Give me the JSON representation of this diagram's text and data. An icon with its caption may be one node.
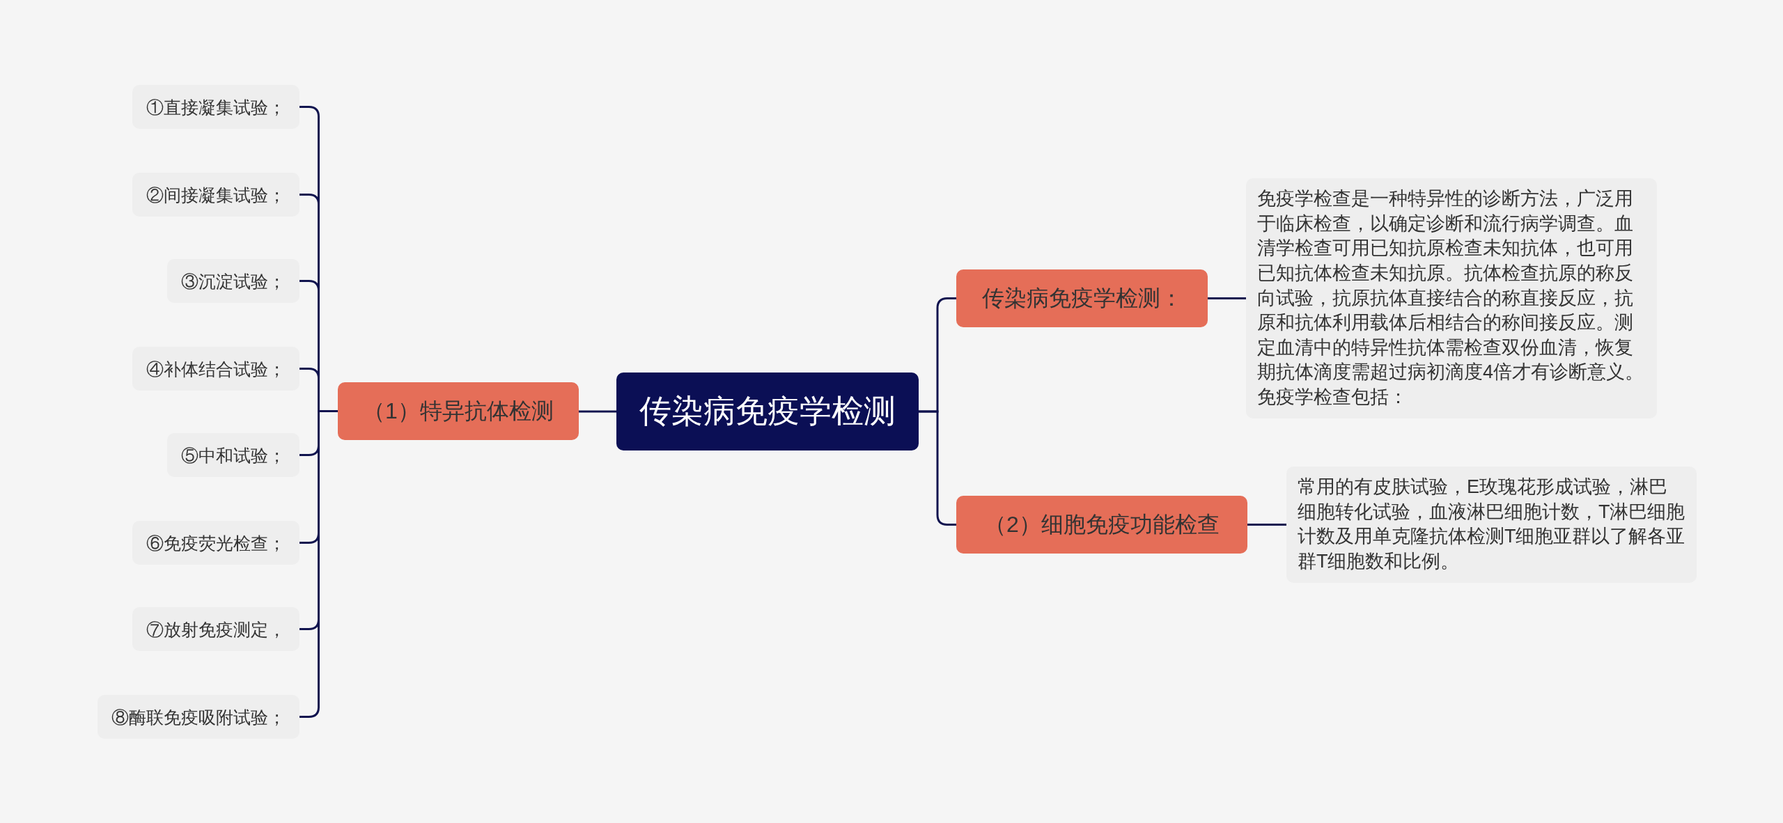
{
  "diagram": {
    "nodes": [
      {
        "text": [
          "传染病免疫学检测"
        ]
      },
      {
        "text": [
          "（1）特异抗体检测"
        ]
      },
      {
        "text": [
          "①直接凝集试验；"
        ]
      },
      {
        "text": [
          "②间接凝集试验；"
        ]
      },
      {
        "text": [
          "③沉淀试验；"
        ]
      },
      {
        "text": [
          "④补体结合试验；"
        ]
      },
      {
        "text": [
          "⑤中和试验；"
        ]
      },
      {
        "text": [
          "⑥免疫荧光检查；"
        ]
      },
      {
        "text": [
          "⑦放射免疫测定，"
        ]
      },
      {
        "text": [
          "⑧酶联免疫吸附试验；"
        ]
      },
      {
        "text": [
          "传染病免疫学检测："
        ]
      },
      {
        "text": [
          "免疫学检查是一种特异性的诊断方法，广泛用于临床检查，以确定诊断和流行病学调查。血清学检查可用已知抗原检查未知抗体，也可用已知抗体检查未知抗原。抗体检查抗原的称反向试验，抗原抗体直接结合的称直接反应，抗原和抗体利用载体后相结合的称间接反应。测定血清中的特异性抗体需检查双份血清，恢复期抗体滴度需超过病初滴度4倍才有诊断意义。免疫学检查包括："
        ]
      },
      {
        "text": [
          "（2）细胞免疫功能检查"
        ]
      },
      {
        "text": [
          "常用的有皮肤试验，E玫瑰花形成试验，淋巴细胞转化试验，血液淋巴细胞计数，T淋巴细胞计数及用单克隆抗体检测T细胞亚群以了解各亚群T细胞数和比例。"
        ]
      }
    ],
    "edges": [
      {
        "from": 0,
        "to": 1,
        "arrow": "none"
      },
      {
        "from": 1,
        "to": 2,
        "arrow": "none"
      },
      {
        "from": 1,
        "to": 3,
        "arrow": "none"
      },
      {
        "from": 1,
        "to": 4,
        "arrow": "none"
      },
      {
        "from": 1,
        "to": 5,
        "arrow": "none"
      },
      {
        "from": 1,
        "to": 6,
        "arrow": "none"
      },
      {
        "from": 1,
        "to": 7,
        "arrow": "none"
      },
      {
        "from": 1,
        "to": 8,
        "arrow": "none"
      },
      {
        "from": 1,
        "to": 9,
        "arrow": "none"
      },
      {
        "from": 0,
        "to": 10,
        "arrow": "none"
      },
      {
        "from": 10,
        "to": 11,
        "arrow": "none"
      },
      {
        "from": 0,
        "to": 12,
        "arrow": "none"
      },
      {
        "from": 12,
        "to": 13,
        "arrow": "none"
      }
    ]
  }
}
